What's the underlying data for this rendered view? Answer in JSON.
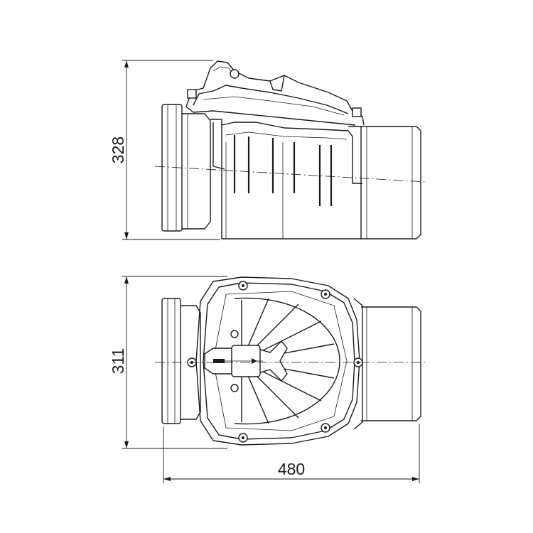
{
  "dimensions": {
    "side_height": "328",
    "top_height": "311",
    "length": "480"
  },
  "colors": {
    "line": "#1a1a1a",
    "background": "#ffffff"
  }
}
